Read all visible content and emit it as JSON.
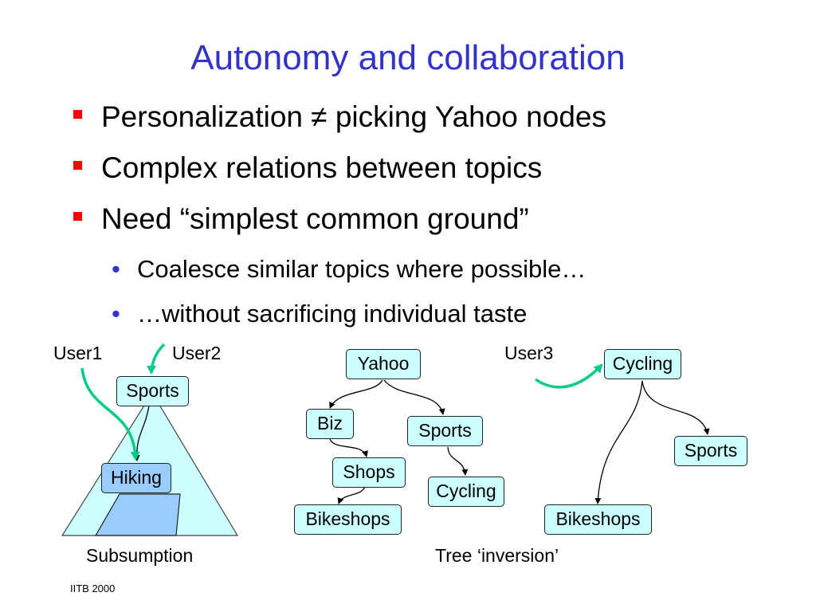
{
  "title": "Autonomy and collaboration",
  "bullets": [
    "Personalization ≠ picking Yahoo nodes",
    "Complex relations between topics",
    "Need “simplest common ground”"
  ],
  "sub_bullets": [
    "Coalesce similar topics where possible…",
    "…without sacrificing individual taste"
  ],
  "sub_marker": "•",
  "colors": {
    "title": "#3333cc",
    "bullet": "#ff0000",
    "node_fill": "#ccffff",
    "node_selected": "#99ccff",
    "triangle_fill": "#ccffff",
    "arrow": "#00cc88"
  },
  "subsumption": {
    "user1": "User1",
    "user2": "User2",
    "sports": "Sports",
    "hiking": "Hiking",
    "caption": "Subsumption"
  },
  "tree": {
    "yahoo": "Yahoo",
    "biz": "Biz",
    "sports": "Sports",
    "shops": "Shops",
    "cycling": "Cycling",
    "bikeshops": "Bikeshops",
    "caption": "Tree ‘inversion’"
  },
  "inversion": {
    "user3": "User3",
    "cycling": "Cycling",
    "sports": "Sports",
    "bikeshops": "Bikeshops"
  },
  "footer": "IITB 2000"
}
